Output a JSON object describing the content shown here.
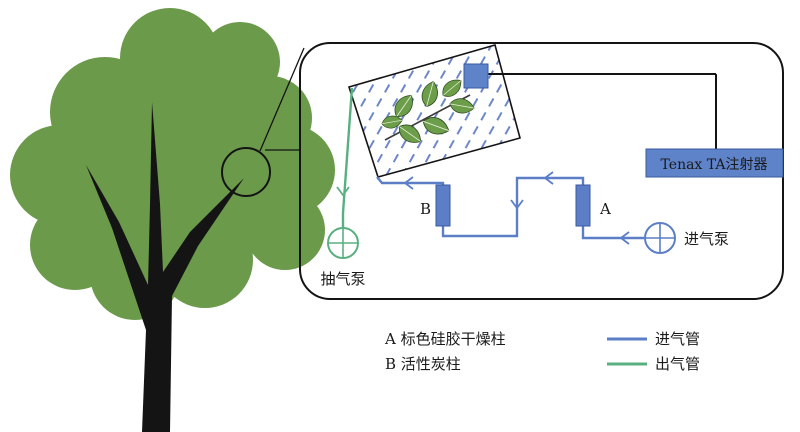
{
  "colors": {
    "tree_crown": "#6b9a4b",
    "trunk": "#141414",
    "inlet_tube": "#5b7ec7",
    "outlet_tube": "#58b080",
    "component_fill": "#5b7ec7",
    "chamber_hatch": "#6d87c9",
    "leaf": "#6c9d48",
    "injector_fill": "#5f83c9"
  },
  "labels": {
    "injector": "Tenax TA注射器",
    "pump_out": "抽气泵",
    "pump_in": "进气泵",
    "column_a": "A",
    "column_b": "B"
  },
  "legend": {
    "a_text": "A 标色硅胶干燥柱",
    "b_text": "B 活性炭柱",
    "inlet_text": "进气管",
    "outlet_text": "出气管"
  },
  "icons": {
    "pump": "pump-circle-plus-icon",
    "flow": "flow-direction-arrow-icon",
    "leaf": "leaf-icon",
    "magnifier": "zoom-callout-circle-icon"
  }
}
